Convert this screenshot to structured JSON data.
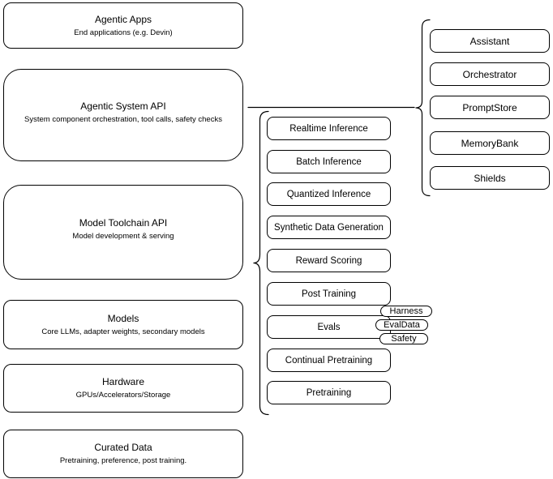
{
  "colors": {
    "background": "#ffffff",
    "stroke": "#000000",
    "text": "#000000",
    "node_fill": "#ffffff"
  },
  "left_column": {
    "boxes": [
      {
        "title": "Agentic Apps",
        "subtitle": "End applications (e.g. Devin)"
      },
      {
        "title": "Agentic System API",
        "subtitle": "System component orchestration, tool calls, safety checks"
      },
      {
        "title": "Model Toolchain API",
        "subtitle": "Model development & serving"
      },
      {
        "title": "Models",
        "subtitle": "Core LLMs, adapter weights, secondary models"
      },
      {
        "title": "Hardware",
        "subtitle": "GPUs/Accelerators/Storage"
      },
      {
        "title": "Curated Data",
        "subtitle": "Pretraining, preference, post training."
      }
    ]
  },
  "toolchain_group": {
    "items": [
      "Realtime Inference",
      "Batch Inference",
      "Quantized Inference",
      "Synthetic Data Generation",
      "Reward Scoring",
      "Post Training",
      "Evals",
      "Continual Pretraining",
      "Pretraining"
    ],
    "eval_tags": [
      "Harness",
      "EvalData",
      "Safety"
    ]
  },
  "system_group": {
    "items": [
      "Assistant",
      "Orchestrator",
      "PromptStore",
      "MemoryBank",
      "Shields"
    ]
  }
}
